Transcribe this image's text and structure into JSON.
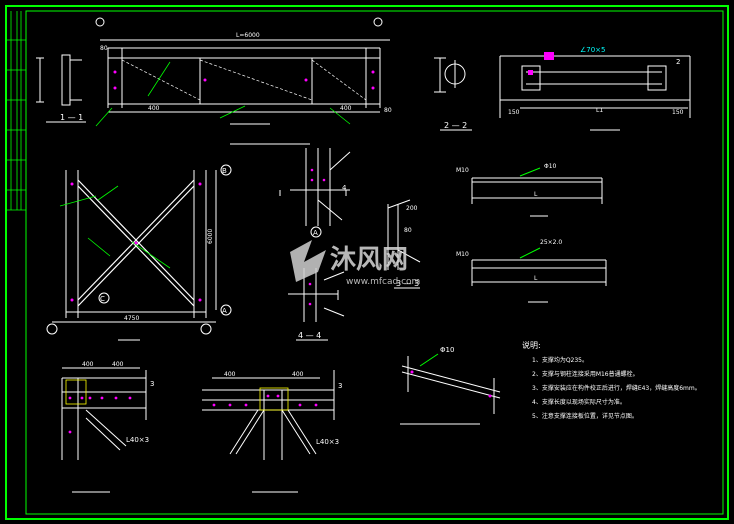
{
  "colors": {
    "background": "#000000",
    "frame": "#00ff00",
    "line_white": "#ffffff",
    "line_yellow": "#ffff00",
    "line_cyan": "#00ffff",
    "line_magenta": "#ff00ff",
    "watermark": "#c8c8c8"
  },
  "view_1_1": {
    "label": "1 — 1"
  },
  "main_beam": {
    "dim_top": "L=6000",
    "dim_left": "400",
    "dim_right": "400",
    "dim_mid_left": "80",
    "dim_end": "80"
  },
  "view_2_2": {
    "label": "2 — 2"
  },
  "tie_rod": {
    "spec": "∠70×5",
    "label_2": "2",
    "dim_a": "150",
    "dim_b": "150",
    "dim_l1": "L1"
  },
  "brace_elevation": {
    "dim_bottom": "4750",
    "dim_right": "6000",
    "tag_a": "A",
    "tag_b": "B",
    "tag_c": "C"
  },
  "section_a": {
    "label": "A"
  },
  "view_4_4": {
    "label": "4 — 4",
    "mark": "4"
  },
  "view_3_3": {
    "label": "3 — 3",
    "dim_1": "200",
    "dim_2": "80"
  },
  "rod_1": {
    "spec_left": "M10",
    "spec_mid": "Φ10",
    "dim": "L"
  },
  "rod_2": {
    "spec_left": "M10",
    "spec_mid": "25×2.0",
    "dim": "L"
  },
  "detail_left": {
    "dim_top": "400",
    "dim_top2": "400",
    "angle": "L40×3",
    "mark": "3"
  },
  "detail_right": {
    "dim_top": "400",
    "dim_top2": "400",
    "angle": "L40×3",
    "mark": "3"
  },
  "small_detail": {
    "spec": "Φ10"
  },
  "notes": {
    "title": "说明:",
    "items": [
      "1、支撑均为Q235。",
      "2、支撑与钢柱连接采用M16普通螺栓。",
      "3、支撑安装应在构件校正后进行，焊缝E43，焊缝高度6mm。",
      "4、支撑长度以现场实际尺寸为准。",
      "5、注意支撑连接板位置，详见节点图。"
    ]
  },
  "watermark": {
    "brand": "沐风网",
    "url": "www.mfcad.com"
  }
}
